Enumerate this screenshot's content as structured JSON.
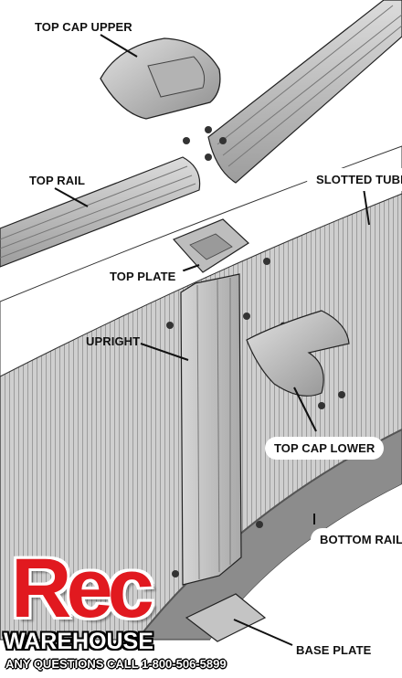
{
  "labels": {
    "top_cap_upper": "TOP CAP UPPER",
    "top_rail": "TOP RAIL",
    "slotted_tube": "SLOTTED TUBE",
    "top_plate": "TOP PLATE",
    "upright": "UPRIGHT",
    "top_cap_lower": "TOP CAP LOWER",
    "bottom_rail": "BOTTOM RAIL",
    "base_plate": "BASE PLATE"
  },
  "logo": {
    "brand": "Rec",
    "sub": "WAREHOUSE",
    "phone_line": "ANY QUESTIONS CALL 1-800-506-5899"
  },
  "colors": {
    "wall": "#c9c9c9",
    "part_stroke": "#2b2b2b",
    "brand_red": "#e1191f"
  }
}
